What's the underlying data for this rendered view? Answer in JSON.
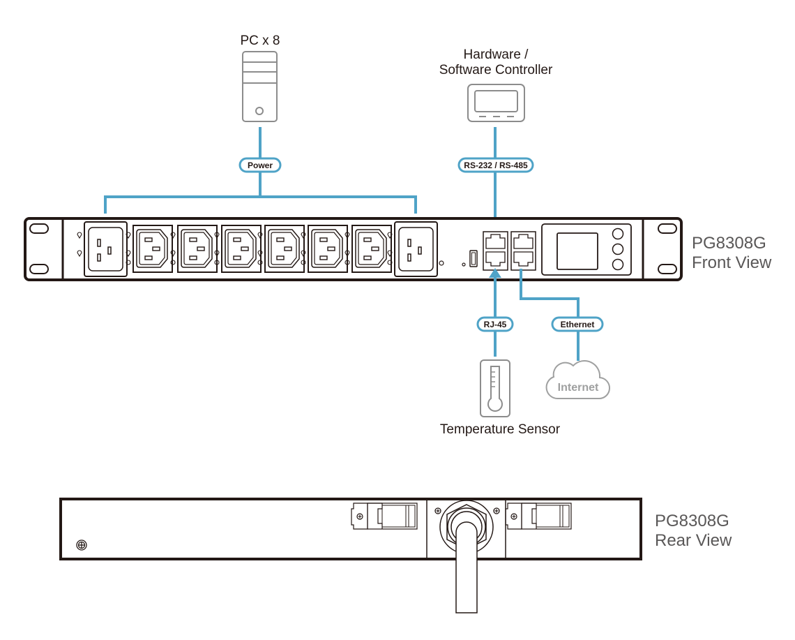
{
  "devices": {
    "pc": {
      "label": "PC x 8",
      "icon": "pc-tower-icon"
    },
    "controller": {
      "label_line1": "Hardware /",
      "label_line2": "Software Controller",
      "icon": "controller-icon"
    },
    "sensor": {
      "label": "Temperature Sensor",
      "icon": "thermometer-icon"
    },
    "internet": {
      "label": "Internet",
      "icon": "cloud-icon"
    }
  },
  "connections": {
    "power": "Power",
    "serial": "RS-232 / RS-485",
    "rj45": "RJ-45",
    "ethernet": "Ethernet"
  },
  "front_view": {
    "model": "PG8308G",
    "view": "Front View",
    "outlets": [
      "C19",
      "C13",
      "C13",
      "C13",
      "C13",
      "C13",
      "C13",
      "C19"
    ],
    "network_ports": 4,
    "lcd_buttons": 3
  },
  "rear_view": {
    "model": "PG8308G",
    "view": "Rear View"
  },
  "colors": {
    "cable": "#4fa3c7",
    "device_outline": "#8c8c8c",
    "chassis": "#231815",
    "view_label": "#595757"
  }
}
